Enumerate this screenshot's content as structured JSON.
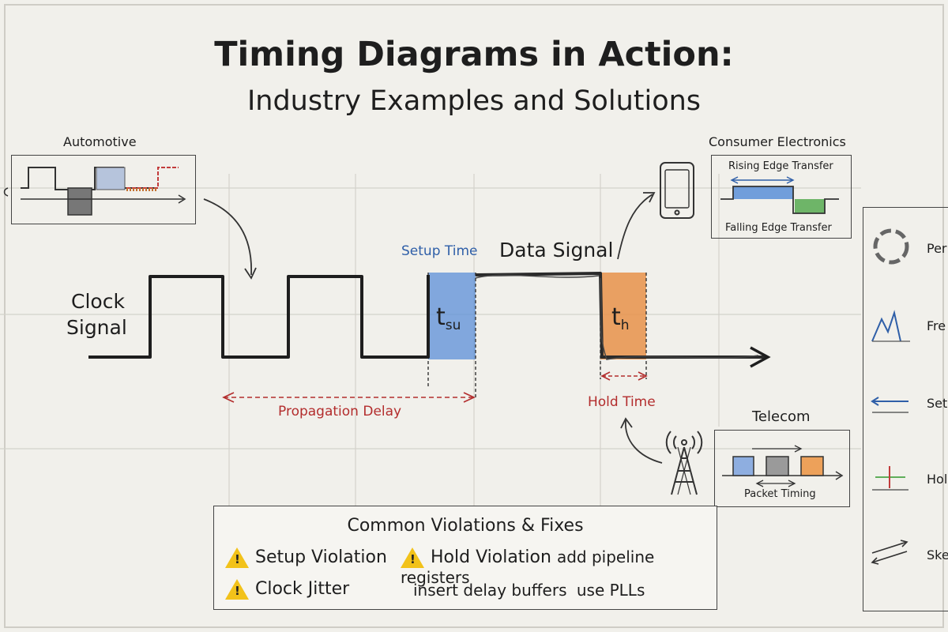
{
  "title": "Timing Diagrams in Action:",
  "subtitle": "Industry Examples and Solutions",
  "automotive": {
    "label": "Automotive"
  },
  "consumer": {
    "label": "Consumer Electronics",
    "rising": "Rising Edge Transfer",
    "falling": "Falling Edge Transfer"
  },
  "telecom": {
    "label": "Telecom",
    "packet": "Packet Timing"
  },
  "signals": {
    "clock_line1": "Clock",
    "clock_line2": "Signal",
    "data": "Data Signal",
    "setup_time": "Setup Time",
    "tsu_main": "t",
    "tsu_sub": "su",
    "th_main": "t",
    "th_sub": "h",
    "hold_time": "Hold Time",
    "propagation_delay": "Propagation Delay"
  },
  "violations": {
    "title": "Common Violations & Fixes",
    "setup": "Setup Violation",
    "hold": "Hold Violation",
    "jitter": "Clock Jitter",
    "fix_pipeline": "add pipeline registers",
    "fix_delay": "insert delay buffers",
    "fix_pll": "use PLLs"
  },
  "legend": [
    "Per",
    "Fre",
    "Set",
    "Hol",
    "Ske"
  ],
  "colors": {
    "setup_fill": "#5b8fd8",
    "hold_fill": "#e8924a",
    "annotation_red": "#b32d2d",
    "annotation_blue": "#2f5fa8",
    "warning_yellow": "#f2c21a",
    "green": "#5fae5a"
  }
}
